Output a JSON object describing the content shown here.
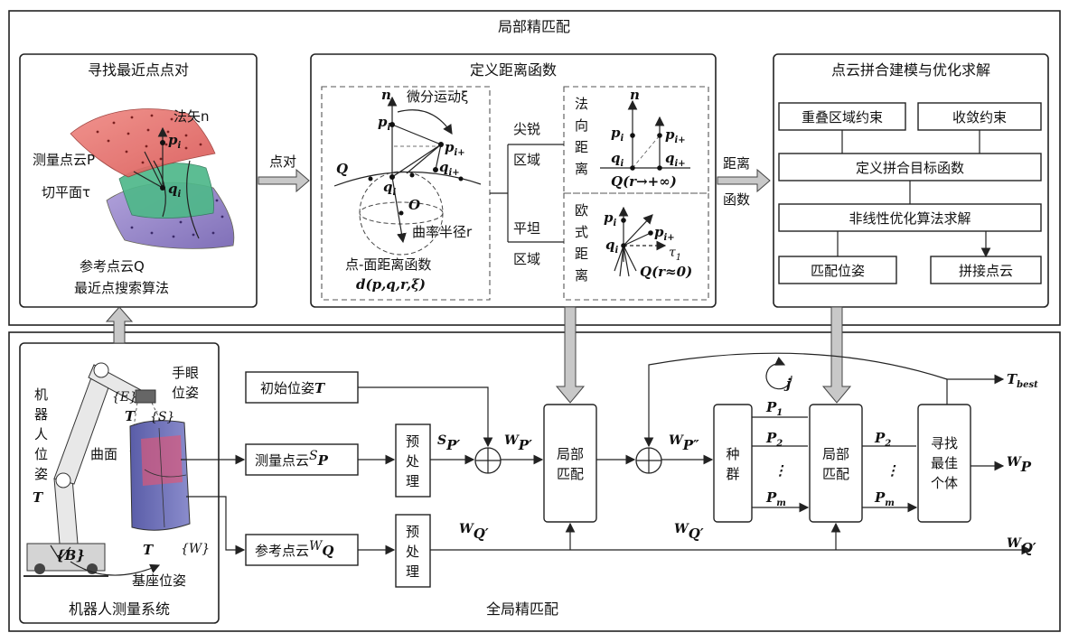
{
  "outer_top_title": "局部精匹配",
  "outer_bottom_title": "全局精匹配",
  "panel1": {
    "title": "寻找最近点点对",
    "normal": "法矢n",
    "p_i": "p",
    "p_i_sub": "i",
    "measure_cloud": "测量点云P",
    "tangent": "切平面τ",
    "q_i": "q",
    "q_i_sub": "i",
    "ref_cloud": "参考点云Q",
    "algo": "最近点搜索算法"
  },
  "arrow_pointpair": "点对",
  "panel2": {
    "title": "定义距离函数",
    "n": "n",
    "diff_motion": "微分运动ξ",
    "p_i": "p",
    "p_iplus": "p",
    "q_iplus": "q",
    "Q": "Q",
    "q_i": "q",
    "O": "O",
    "curvature": "曲率半径r",
    "pd_func": "点-面距离函数",
    "d_formula": "d(p,q,r,ξ)",
    "sharp1": "尖锐",
    "sharp2": "区域",
    "normal_dist": [
      "法",
      "向",
      "距",
      "离"
    ],
    "flat1": "平坦",
    "flat2": "区域",
    "euclid_dist": [
      "欧",
      "式",
      "距",
      "离"
    ],
    "Q_inf": "Q(r→+∞)",
    "Q_zero": "Q(r≈0)",
    "tau1": "τ"
  },
  "arrow_distfunc": [
    "距离",
    "函数"
  ],
  "panel3": {
    "title": "点云拼合建模与优化求解",
    "overlap": "重叠区域约束",
    "converge": "收敛约束",
    "objective": "定义拼合目标函数",
    "nonlinear": "非线性优化算法求解",
    "match_pose": "匹配位姿",
    "stitch": "拼接点云"
  },
  "robot": {
    "title": "机器人测量系统",
    "robot_pose": [
      "机",
      "器",
      "人",
      "位",
      "姿"
    ],
    "hand_eye": [
      "手眼",
      "位姿"
    ],
    "surface": "曲面",
    "base_pose": "基座位姿",
    "E": "{E}",
    "S": "{S}",
    "B": "{B}",
    "W": "{W}",
    "T": "T"
  },
  "flow": {
    "init_pose": "初始位姿",
    "init_T": "T",
    "measure_cloud": "测量点云",
    "measure_P": "P",
    "ref_cloud": "参考点云",
    "ref_Q": "Q",
    "pre1": [
      "预",
      "处",
      "理"
    ],
    "pre2": [
      "预",
      "处",
      "理"
    ],
    "local_match1": [
      "局部",
      "匹配"
    ],
    "population": [
      "种",
      "群"
    ],
    "local_match2": [
      "局部",
      "匹配"
    ],
    "find_best": [
      "寻找",
      "最佳",
      "个体"
    ],
    "P1": "P",
    "P2": "P",
    "Pm": "P",
    "out_P2": "P",
    "out_Pm": "P",
    "T_best": "T",
    "best_sub": "best",
    "WP": "P",
    "j": "j",
    "Sp_prime": "P′",
    "Wp_prime": "P′",
    "Wp_dprime": "P″",
    "WQ_prime": "Q′"
  },
  "colors": {
    "red_cloud": "#e8736f",
    "green_plane": "#4fb88a",
    "purple_cloud": "#9a86c8",
    "arrow_gray": "#c8c8c8",
    "surface_blue": "#6d6fb4"
  }
}
